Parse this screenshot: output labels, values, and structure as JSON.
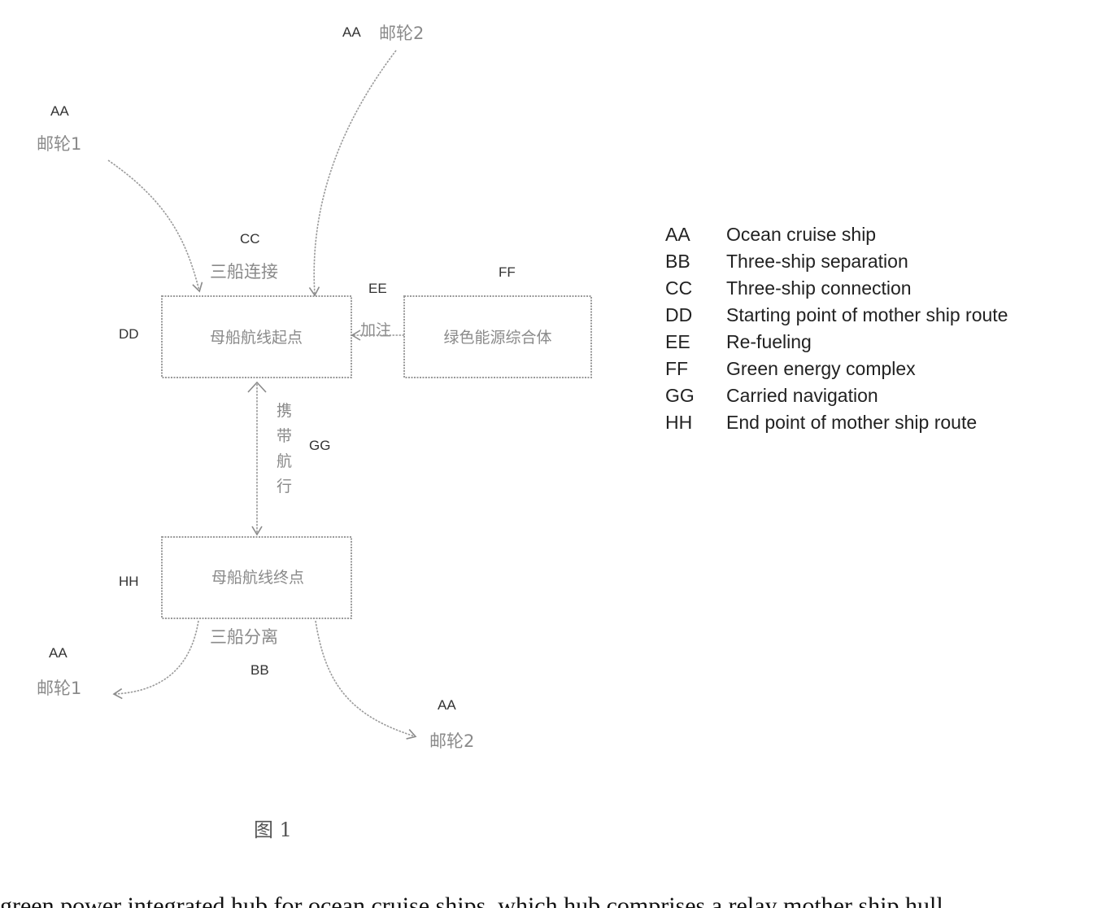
{
  "diagram": {
    "nodes": {
      "start": {
        "code": "DD",
        "cjk": "母船航线起点"
      },
      "energy": {
        "code": "FF",
        "cjk": "绿色能源综合体"
      },
      "end": {
        "code": "HH",
        "cjk": "母船航线终点"
      }
    },
    "ships_in": [
      {
        "code": "AA",
        "cjk": "邮轮1"
      },
      {
        "code": "AA",
        "cjk": "邮轮2"
      }
    ],
    "ships_out": [
      {
        "code": "AA",
        "cjk": "邮轮1"
      },
      {
        "code": "AA",
        "cjk": "邮轮2"
      }
    ],
    "labels": {
      "connection": {
        "code": "CC",
        "cjk": "三船连接"
      },
      "separation": {
        "code": "BB",
        "cjk": "三船分离"
      },
      "refuel": {
        "code": "EE",
        "cjk": "加注"
      },
      "navigation": {
        "code": "GG",
        "chars": [
          "携",
          "带",
          "航",
          "行"
        ]
      }
    }
  },
  "legend": [
    {
      "code": "AA",
      "text": "Ocean cruise ship"
    },
    {
      "code": "BB",
      "text": "Three-ship separation"
    },
    {
      "code": "CC",
      "text": "Three-ship connection"
    },
    {
      "code": "DD",
      "text": "Starting point of mother ship route"
    },
    {
      "code": "EE",
      "text": "Re-fueling"
    },
    {
      "code": "FF",
      "text": "Green energy complex"
    },
    {
      "code": "GG",
      "text": "Carried navigation"
    },
    {
      "code": "HH",
      "text": "End point of mother ship route"
    }
  ],
  "caption": "图 1",
  "bottom_text": "green power integrated hub for ocean cruise ships, which hub comprises a relay mother ship hull"
}
